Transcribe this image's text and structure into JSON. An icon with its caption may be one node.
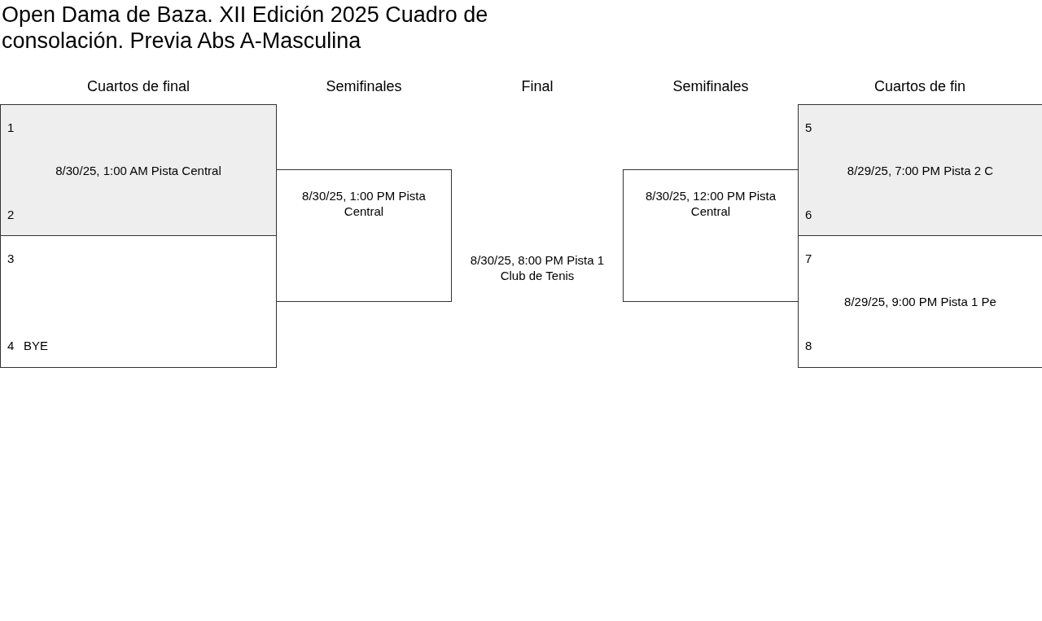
{
  "diagram": {
    "title": "Open Dama de Baza. XII Edición 2025 Cuadro de consolación. Previa Abs A-Masculina",
    "nodes": [
      {
        "text": [
          "1",
          "8/30/25, 1:00 AM Pista Central",
          "2"
        ]
      },
      {
        "text": [
          "3",
          "4",
          "BYE"
        ]
      },
      {
        "text": [
          "8/30/25, 1:00 PM Pista Central"
        ]
      },
      {
        "text": [
          "8/30/25, 8:00 PM Pista 1 Club de Tenis"
        ]
      },
      {
        "text": [
          "8/30/25, 12:00 PM Pista Central"
        ]
      },
      {
        "text": [
          "5",
          "8/29/25, 7:00 PM Pista 2 C",
          "6"
        ]
      },
      {
        "text": [
          "7",
          "8/29/25, 9:00 PM Pista 1 Pe",
          "8"
        ]
      }
    ],
    "labels": [
      "Cuartos de final",
      "Semifinales",
      "Final",
      "Semifinales",
      "Cuartos de fin"
    ]
  }
}
